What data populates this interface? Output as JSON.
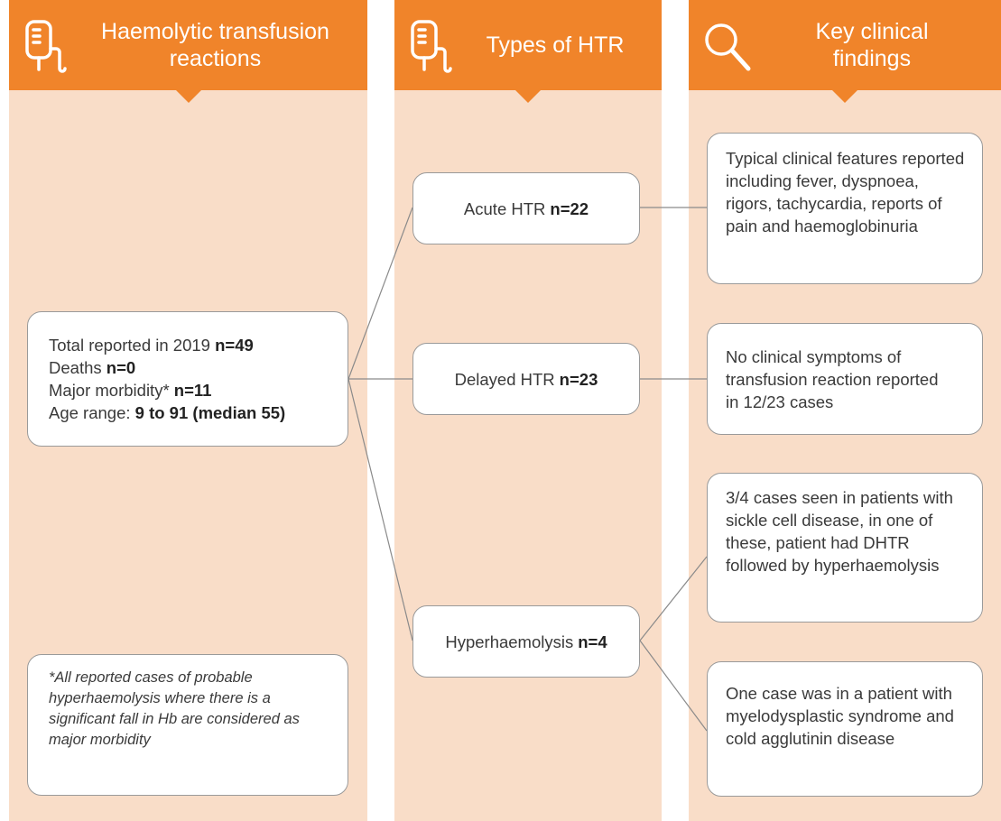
{
  "columns": [
    {
      "title": "Haemolytic transfusion reactions",
      "icon": "iv-bag-icon"
    },
    {
      "title": "Types of HTR",
      "icon": "iv-bag-icon"
    },
    {
      "title": "Key clinical findings",
      "icon": "magnifier-icon"
    }
  ],
  "summary": {
    "total_label": "Total reported in 2019 ",
    "total_value": "n=49",
    "deaths_label": "Deaths ",
    "deaths_value": "n=0",
    "morbidity_label": "Major morbidity* ",
    "morbidity_value": "n=11",
    "age_label": "Age range: ",
    "age_value": "9 to 91 (median 55)"
  },
  "footnote": "*All reported cases of probable hyperhaemolysis where there is a significant fall in Hb are considered as major morbidity",
  "types": [
    {
      "label": "Acute HTR ",
      "value": "n=22"
    },
    {
      "label": "Delayed HTR ",
      "value": "n=23"
    },
    {
      "label": "Hyperhaemolysis ",
      "value": "n=4"
    }
  ],
  "findings": [
    "Typical clinical features reported including fever, dyspnoea, rigors, tachycardia, reports of pain and haemoglobinuria",
    "No clinical symptoms of transfusion reaction reported in 12/23 cases",
    "3/4 cases seen in patients with sickle cell disease, in one of these, patient had DHTR followed by hyperhaemolysis",
    "One case was in a patient with myelodysplastic syndrome and cold agglutinin disease"
  ],
  "colors": {
    "header": "#f0842a",
    "column_bg": "#f9ddc8",
    "connector": "#8a8a8a"
  }
}
